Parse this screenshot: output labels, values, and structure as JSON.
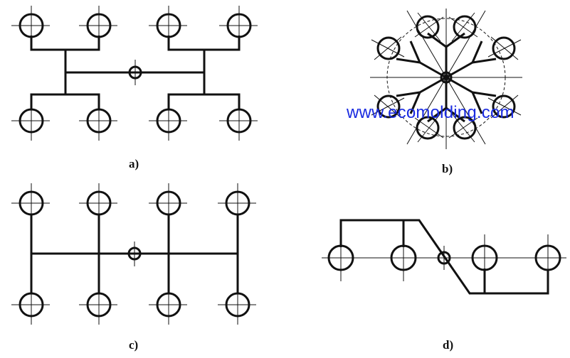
{
  "labels": {
    "a": "a)",
    "b": "b)",
    "c": "c)",
    "d": "d)"
  },
  "watermark": {
    "text": "www.ecomolding.com",
    "color": "#1a2be0"
  },
  "colors": {
    "line": "#111111",
    "background": "#ffffff"
  }
}
